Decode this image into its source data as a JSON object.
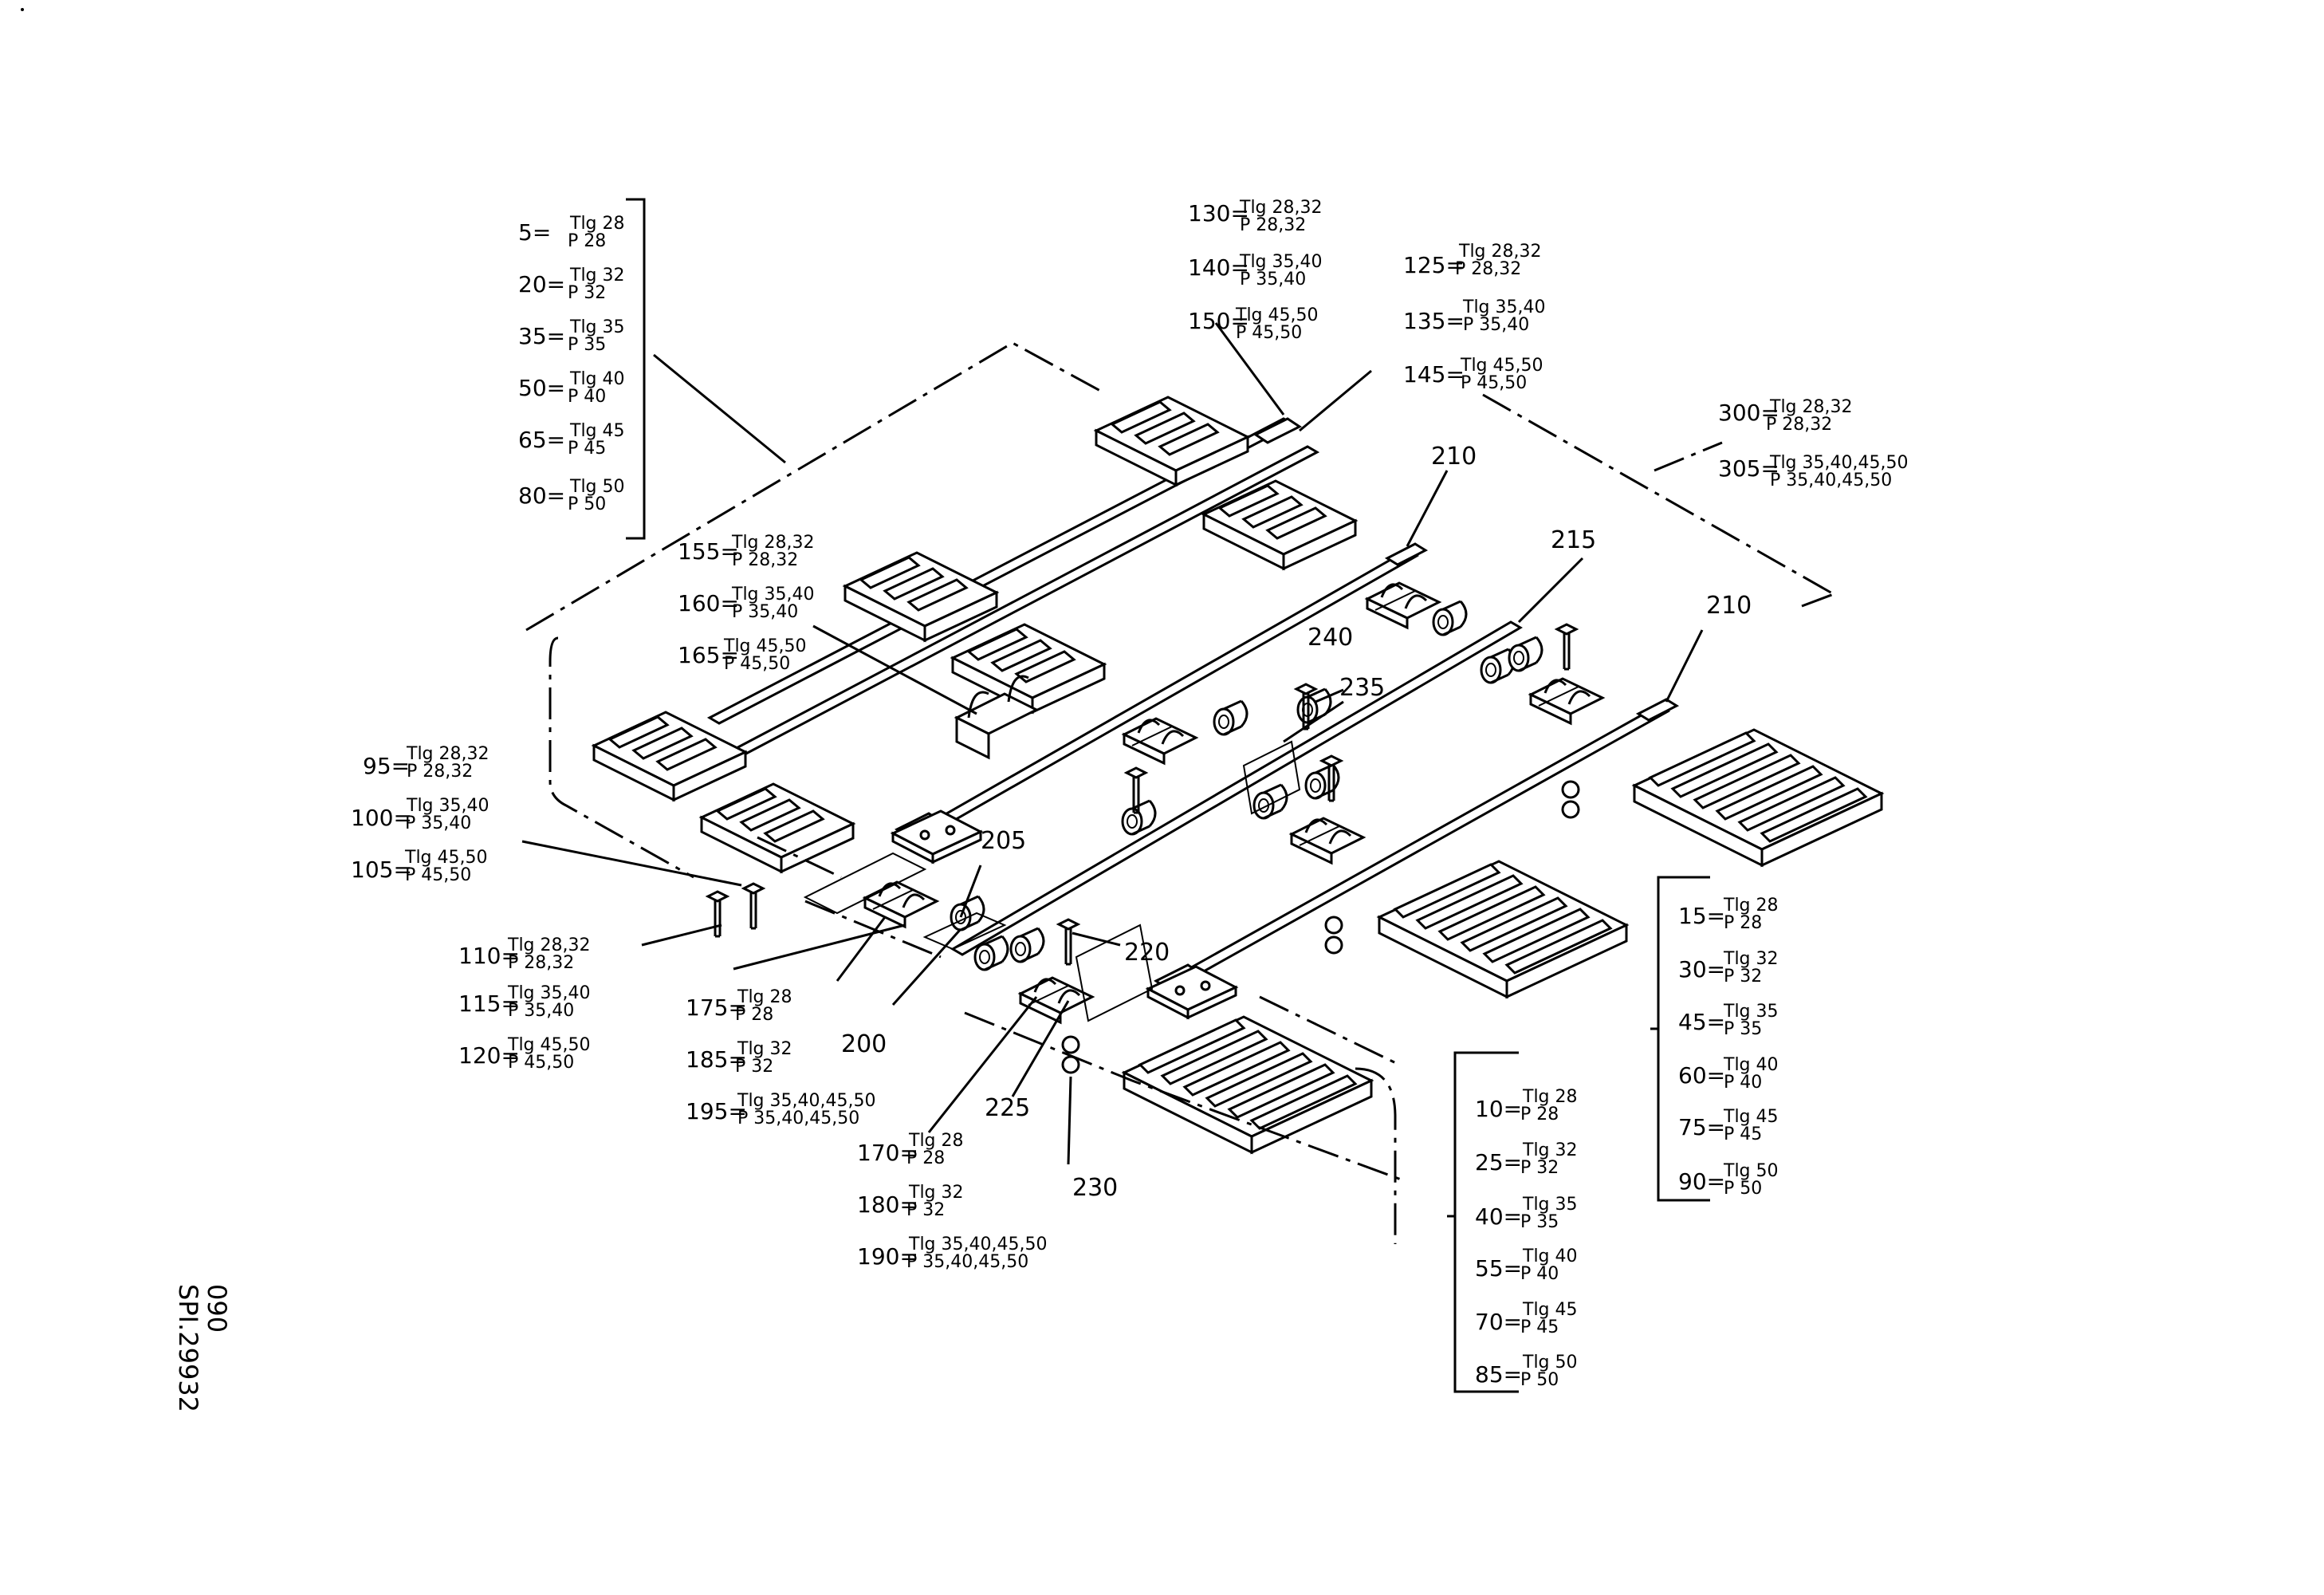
{
  "drawing": {
    "sheet": "090",
    "id": "SPI.29932"
  },
  "callouts": {
    "g1": [
      {
        "pn": "5=",
        "tlg": "Tlg 28",
        "p": "P 28"
      },
      {
        "pn": "20=",
        "tlg": "Tlg 32",
        "p": "P 32"
      },
      {
        "pn": "35=",
        "tlg": "Tlg 35",
        "p": "P 35"
      },
      {
        "pn": "50=",
        "tlg": "Tlg 40",
        "p": "P 40"
      },
      {
        "pn": "65=",
        "tlg": "Tlg 45",
        "p": "P 45"
      },
      {
        "pn": "80=",
        "tlg": "Tlg 50",
        "p": "P 50"
      }
    ],
    "g2": [
      {
        "pn": "130=",
        "tlg": "Tlg 28,32",
        "p": "P 28,32"
      },
      {
        "pn": "140=",
        "tlg": "Tlg 35,40",
        "p": "P 35,40"
      },
      {
        "pn": "150=",
        "tlg": "Tlg 45,50",
        "p": "P 45,50"
      }
    ],
    "g3": [
      {
        "pn": "125=",
        "tlg": "Tlg 28,32",
        "p": "P 28,32"
      },
      {
        "pn": "135=",
        "tlg": "Tlg 35,40",
        "p": "P 35,40"
      },
      {
        "pn": "145=",
        "tlg": "Tlg 45,50",
        "p": "P 45,50"
      }
    ],
    "g4": [
      {
        "pn": "300=",
        "tlg": "Tlg 28,32",
        "p": "P 28,32"
      },
      {
        "pn": "305=",
        "tlg": "Tlg 35,40,45,50",
        "p": "P 35,40,45,50"
      }
    ],
    "g5": [
      {
        "pn": "155=",
        "tlg": "Tlg 28,32",
        "p": "P 28,32"
      },
      {
        "pn": "160=",
        "tlg": "Tlg 35,40",
        "p": "P 35,40"
      },
      {
        "pn": "165=",
        "tlg": "Tlg 45,50",
        "p": "P 45,50"
      }
    ],
    "g6": [
      {
        "pn": "95=",
        "tlg": "Tlg 28,32",
        "p": "P 28,32"
      },
      {
        "pn": "100=",
        "tlg": "Tlg 35,40",
        "p": "P 35,40"
      },
      {
        "pn": "105=",
        "tlg": "Tlg 45,50",
        "p": "P 45,50"
      }
    ],
    "g7": [
      {
        "pn": "110=",
        "tlg": "Tlg 28,32",
        "p": "P 28,32"
      },
      {
        "pn": "115=",
        "tlg": "Tlg 35,40",
        "p": "P 35,40"
      },
      {
        "pn": "120=",
        "tlg": "Tlg 45,50",
        "p": "P 45,50"
      }
    ],
    "g8": [
      {
        "pn": "175=",
        "tlg": "Tlg 28",
        "p": "P 28"
      },
      {
        "pn": "185=",
        "tlg": "Tlg 32",
        "p": "P 32"
      },
      {
        "pn": "195=",
        "tlg": "Tlg 35,40,45,50",
        "p": "P 35,40,45,50"
      }
    ],
    "g9": [
      {
        "pn": "170=",
        "tlg": "Tlg 28",
        "p": "P 28"
      },
      {
        "pn": "180=",
        "tlg": "Tlg 32",
        "p": "P 32"
      },
      {
        "pn": "190=",
        "tlg": "Tlg 35,40,45,50",
        "p": "P 35,40,45,50"
      }
    ],
    "g10": [
      {
        "pn": "15=",
        "tlg": "Tlg 28",
        "p": "P 28"
      },
      {
        "pn": "30=",
        "tlg": "Tlg 32",
        "p": "P 32"
      },
      {
        "pn": "45=",
        "tlg": "Tlg 35",
        "p": "P 35"
      },
      {
        "pn": "60=",
        "tlg": "Tlg 40",
        "p": "P 40"
      },
      {
        "pn": "75=",
        "tlg": "Tlg 45",
        "p": "P 45"
      },
      {
        "pn": "90=",
        "tlg": "Tlg 50",
        "p": "P 50"
      }
    ],
    "g11": [
      {
        "pn": "10=",
        "tlg": "Tlg 28",
        "p": "P 28"
      },
      {
        "pn": "25=",
        "tlg": "Tlg 32",
        "p": "P 32"
      },
      {
        "pn": "40=",
        "tlg": "Tlg 35",
        "p": "P 35"
      },
      {
        "pn": "55=",
        "tlg": "Tlg 40",
        "p": "P 40"
      },
      {
        "pn": "70=",
        "tlg": "Tlg 45",
        "p": "P 45"
      },
      {
        "pn": "85=",
        "tlg": "Tlg 50",
        "p": "P 50"
      }
    ]
  },
  "labels": {
    "l200": "200",
    "l205": "205",
    "l210a": "210",
    "l210b": "210",
    "l215": "215",
    "l220": "220",
    "l225": "225",
    "l230": "230",
    "l235": "235",
    "l240": "240"
  }
}
